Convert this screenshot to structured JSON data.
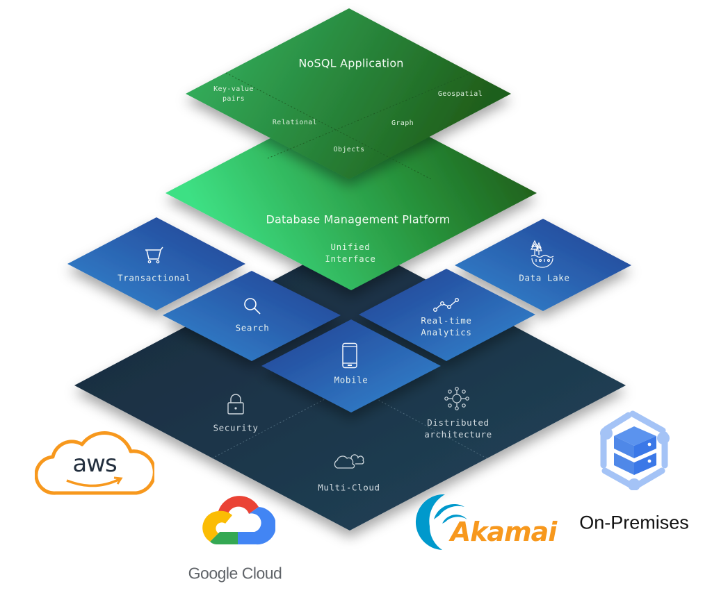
{
  "diagram": {
    "top_layer": {
      "title": "NoSQL Application",
      "models": [
        {
          "id": "keyvalue",
          "label_line1": "Key-value",
          "label_line2": "pairs"
        },
        {
          "id": "geospatial",
          "label": "Geospatial"
        },
        {
          "id": "relational",
          "label": "Relational"
        },
        {
          "id": "graph",
          "label": "Graph"
        },
        {
          "id": "objects",
          "label": "Objects"
        }
      ],
      "colors": {
        "light": "#35b865",
        "dark": "#1f5e1a"
      }
    },
    "platform_layer": {
      "title": "Database Management Platform",
      "subtitle_line1": "Unified",
      "subtitle_line2": "Interface",
      "colors": {
        "light": "#3ee084",
        "dark": "#1c4d10"
      }
    },
    "workload_tiles": [
      {
        "id": "transactional",
        "label": "Transactional",
        "icon": "cart-icon"
      },
      {
        "id": "datalake",
        "label": "Data Lake",
        "icon": "lake-icon"
      },
      {
        "id": "search",
        "label": "Search",
        "icon": "search-icon"
      },
      {
        "id": "analytics",
        "label_line1": "Real-time",
        "label_line2": "Analytics",
        "icon": "analytics-icon"
      },
      {
        "id": "mobile",
        "label": "Mobile",
        "icon": "mobile-icon"
      }
    ],
    "tile_colors": {
      "light": "#3487d0",
      "dark": "#213f92"
    },
    "base_layer": {
      "items": [
        {
          "id": "security",
          "label": "Security",
          "icon": "lock-icon"
        },
        {
          "id": "distributed",
          "label_line1": "Distributed",
          "label_line2": "architecture",
          "icon": "network-icon"
        },
        {
          "id": "multicloud",
          "label": "Multi-Cloud",
          "icon": "clouds-icon"
        }
      ],
      "color": "#1f3a4d"
    },
    "deployment_targets": [
      {
        "id": "aws",
        "label": "aws",
        "icon": "aws-cloud-icon",
        "color": "#f7981d"
      },
      {
        "id": "gcp",
        "label": "Google Cloud",
        "icon": "google-cloud-icon"
      },
      {
        "id": "akamai",
        "label": "Akamai",
        "icon": "akamai-icon",
        "color": "#f7981d"
      },
      {
        "id": "onprem",
        "label": "On-Premises",
        "icon": "server-hex-icon"
      }
    ]
  }
}
